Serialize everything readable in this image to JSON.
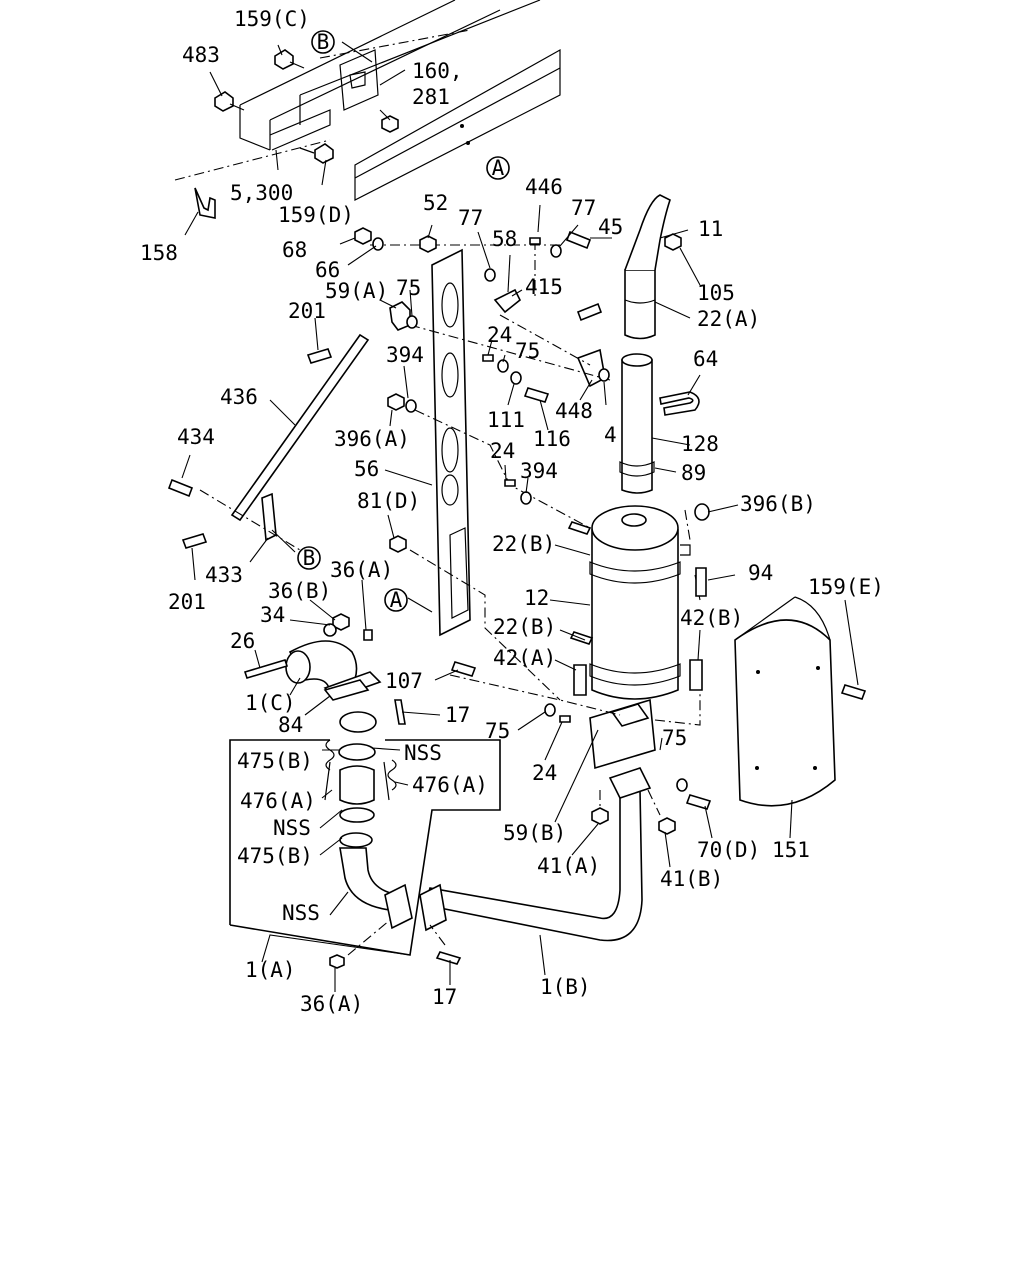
{
  "diagram": {
    "callouts": {
      "c159C": "159(C)",
      "cB_top": "B",
      "c483": "483",
      "c160": "160,",
      "c281": "281",
      "cA_top": "A",
      "c5300": "5,300",
      "c159D": "159(D)",
      "c158": "158",
      "c52": "52",
      "c77a": "77",
      "c446": "446",
      "c77b": "77",
      "c45": "45",
      "c11": "11",
      "c68": "68",
      "c58": "58",
      "c66": "66",
      "c415": "415",
      "c105": "105",
      "c59A": "59(A)",
      "c75a": "75",
      "c22A": "22(A)",
      "c201a": "201",
      "c24a": "24",
      "c75b": "75",
      "c394a": "394",
      "c64": "64",
      "c436": "436",
      "c111": "111",
      "c448": "448",
      "c4": "4",
      "c116": "116",
      "c396A": "396(A)",
      "c128": "128",
      "c434": "434",
      "c24b": "24",
      "c394b": "394",
      "c56": "56",
      "c89": "89",
      "c81D": "81(D)",
      "c396B": "396(B)",
      "c22B1": "22(B)",
      "c94": "94",
      "c201b": "201",
      "c433": "433",
      "cB_mid": "B",
      "c159E": "159(E)",
      "c36B": "36(B)",
      "c36A1": "36(A)",
      "c12": "12",
      "cA_mid": "A",
      "c34": "34",
      "c22B2": "22(B)",
      "c42B": "42(B)",
      "c26": "26",
      "c42A": "42(A)",
      "c107": "107",
      "c1C": "1(C)",
      "c84": "84",
      "c17a": "17",
      "c75c": "75",
      "c75d": "75",
      "c475B1": "475(B)",
      "cNSS1": "NSS",
      "c24c": "24",
      "c476A1": "476(A)",
      "c476A2": "476(A)",
      "cNSS2": "NSS",
      "c59B": "59(B)",
      "c70D": "70(D)",
      "c151": "151",
      "c475B2": "475(B)",
      "c41A": "41(A)",
      "c41B": "41(B)",
      "cNSS3": "NSS",
      "c1A": "1(A)",
      "c1B": "1(B)",
      "c36A2": "36(A)",
      "c17b": "17"
    }
  }
}
